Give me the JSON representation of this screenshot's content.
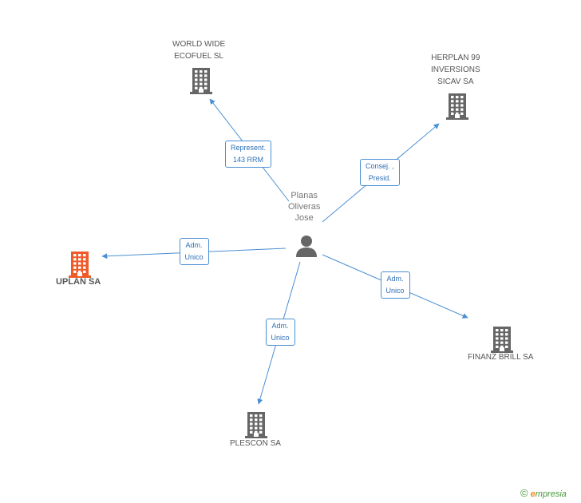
{
  "colors": {
    "edge": "#4a8fd4",
    "company_icon": "#666666",
    "focus_icon": "#f05a28",
    "person_icon": "#666666"
  },
  "center": {
    "label_lines": [
      "Planas",
      "Oliveras",
      "Jose"
    ],
    "icon": "person-icon"
  },
  "companies": [
    {
      "key": "world",
      "label_lines": [
        "WORLD WIDE",
        "ECOFUEL  SL"
      ],
      "icon": "building-icon",
      "focus": false
    },
    {
      "key": "herplan",
      "label_lines": [
        "HERPLAN 99",
        "INVERSIONS",
        "SICAV SA"
      ],
      "icon": "building-icon",
      "focus": false
    },
    {
      "key": "uplan",
      "label_lines": [
        "UPLAN SA"
      ],
      "icon": "building-icon",
      "focus": true
    },
    {
      "key": "finanz",
      "label_lines": [
        "FINANZ BRILL SA"
      ],
      "icon": "building-icon",
      "focus": false
    },
    {
      "key": "plescon",
      "label_lines": [
        "PLESCON SA"
      ],
      "icon": "building-icon",
      "focus": false
    }
  ],
  "edges": [
    {
      "to": "world",
      "label_lines": [
        "Represent.",
        "143 RRM"
      ]
    },
    {
      "to": "herplan",
      "label_lines": [
        "Consej. ,",
        "Presid."
      ]
    },
    {
      "to": "uplan",
      "label_lines": [
        "Adm.",
        "Unico"
      ]
    },
    {
      "to": "finanz",
      "label_lines": [
        "Adm.",
        "Unico"
      ]
    },
    {
      "to": "plescon",
      "label_lines": [
        "Adm.",
        "Unico"
      ]
    }
  ],
  "footer": {
    "copyright_symbol": "©",
    "brand_initial": "e",
    "brand_rest": "mpresia"
  }
}
